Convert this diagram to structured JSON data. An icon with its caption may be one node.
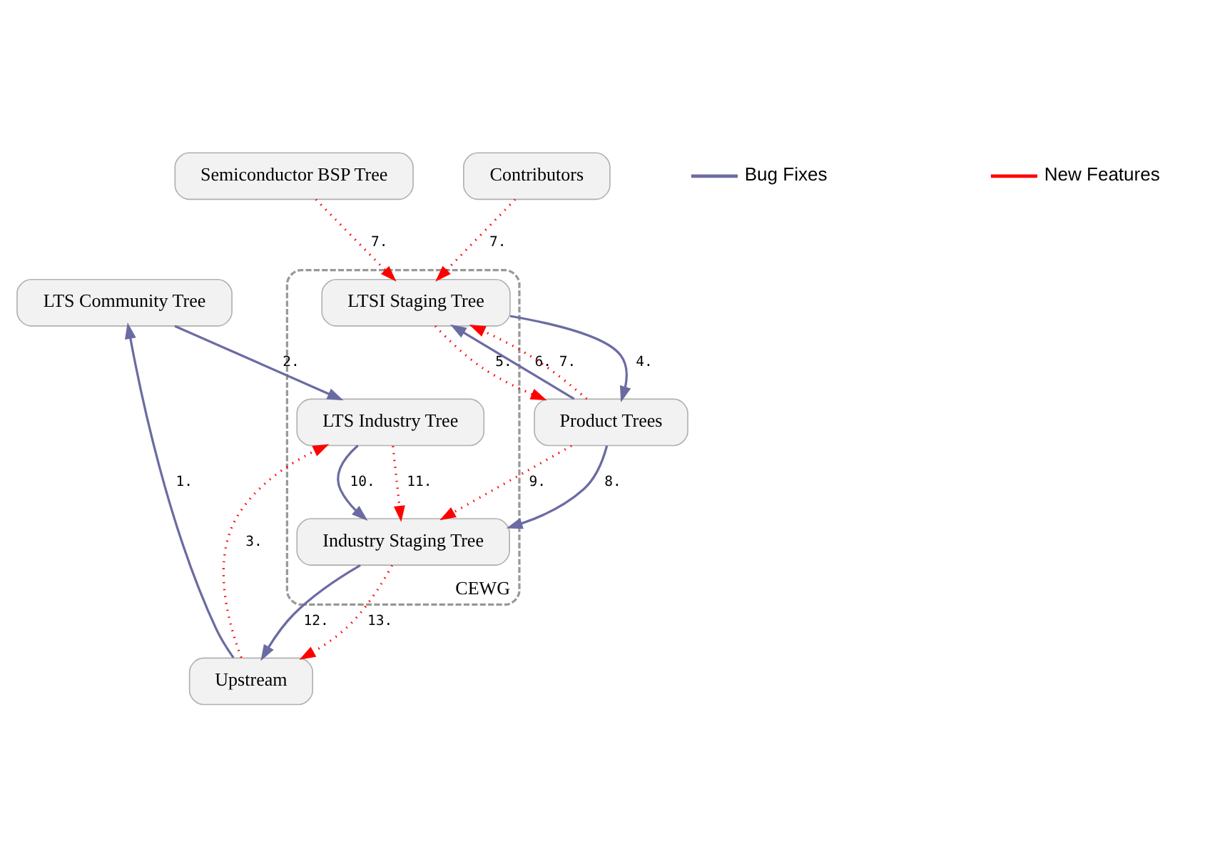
{
  "diagram": {
    "nodes": [
      {
        "text": [
          "LTS Community Tree"
        ]
      },
      {
        "text": [
          "Upstream"
        ]
      },
      {
        "text": [
          "CEWG"
        ]
      },
      {
        "text": [
          "LTS Industry Tree"
        ],
        "in": 2
      },
      {
        "text": [
          "LTSI Staging Tree"
        ],
        "in": 2
      },
      {
        "text": [
          "Industry Staging Tree"
        ],
        "in": 2
      },
      {
        "text": [
          "Semiconductor BSP Tree"
        ]
      },
      {
        "text": [
          "Contributors"
        ]
      },
      {
        "text": [
          "Product Trees"
        ]
      }
    ],
    "edges": [
      {
        "from": 1,
        "to": 0,
        "arrow": "to",
        "label": "1.",
        "color": "#6b6ba3"
      },
      {
        "from": 0,
        "to": 3,
        "arrow": "to",
        "label": "2.",
        "color": "#6b6ba3"
      },
      {
        "from": 1,
        "to": 3,
        "arrow": "to",
        "label": "3.",
        "style": "dashed"
      },
      {
        "from": 3,
        "to": 5,
        "arrow": "to",
        "label": "10.",
        "color": "#6b6ba3"
      },
      {
        "from": 3,
        "to": 5,
        "arrow": "to",
        "label": "11.",
        "style": "dashed"
      },
      {
        "from": 5,
        "to": 1,
        "arrow": "to",
        "label": "12.",
        "color": "#6b6ba3"
      },
      {
        "from": 5,
        "to": 1,
        "arrow": "to",
        "label": "13.",
        "style": "dashed"
      },
      {
        "from": 6,
        "to": 4,
        "arrow": "to",
        "label": "7.",
        "style": "dashed"
      },
      {
        "from": 7,
        "to": 4,
        "arrow": "to",
        "label": "7.",
        "style": "dashed"
      },
      {
        "from": 4,
        "to": 8,
        "arrow": "to",
        "label": "4.",
        "color": "#6b6ba3"
      },
      {
        "from": 4,
        "to": 8,
        "arrow": "to",
        "label": "5.",
        "style": "dashed"
      },
      {
        "from": 8,
        "to": 4,
        "arrow": "to",
        "label": "6.",
        "color": "#6b6ba3"
      },
      {
        "from": 8,
        "to": 4,
        "arrow": "to",
        "label": "7.",
        "style": "dashed"
      },
      {
        "from": 8,
        "to": 5,
        "arrow": "to",
        "label": "8.",
        "color": "#6b6ba3"
      },
      {
        "from": 8,
        "to": 5,
        "arrow": "to",
        "label": "9.",
        "style": "dashed"
      }
    ],
    "legend": [
      {
        "text": "Bug Fixes"
      },
      {
        "text": "New Features"
      }
    ]
  }
}
